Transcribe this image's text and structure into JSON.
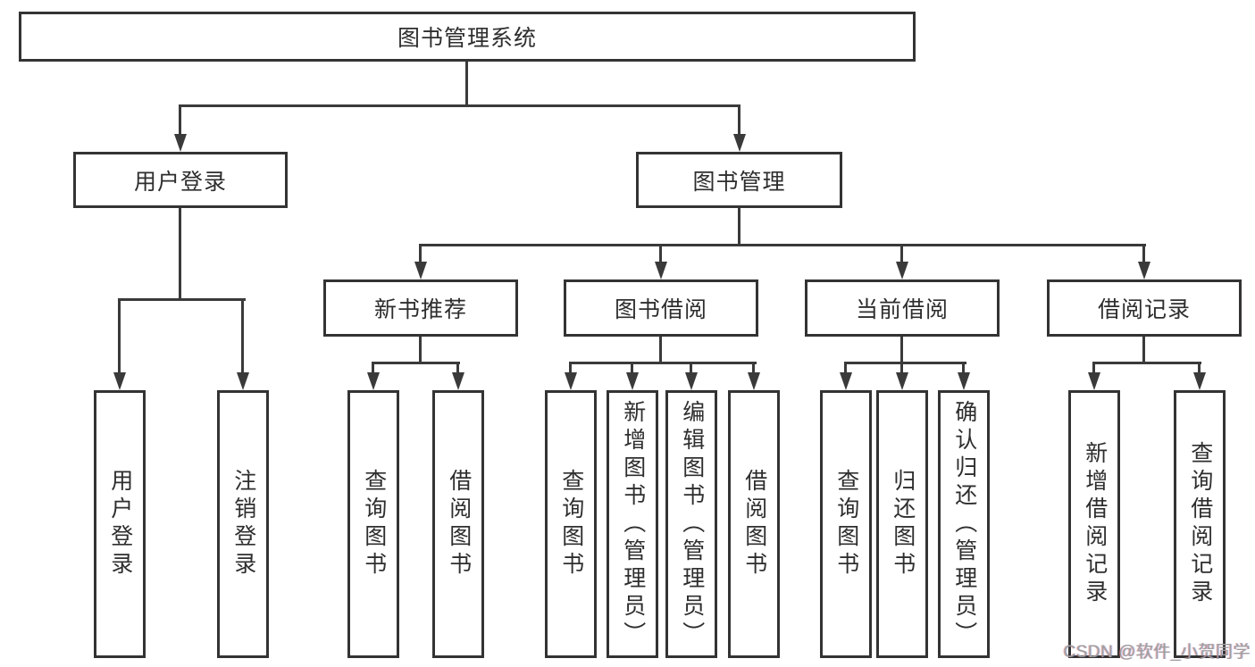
{
  "root": {
    "label": "图书管理系统"
  },
  "level2": {
    "user_login": "用户登录",
    "book_mgmt": "图书管理"
  },
  "level3": {
    "new_books": "新书推荐",
    "borrowing": "图书借阅",
    "current": "当前借阅",
    "records": "借阅记录"
  },
  "leaves": {
    "login": [
      "用户登录",
      "注销登录"
    ],
    "new_books": [
      "查询图书",
      "借阅图书"
    ],
    "borrowing": [
      "查询图书",
      "新增图书（管理员）",
      "编辑图书（管理员）",
      "借阅图书"
    ],
    "current": [
      "查询图书",
      "归还图书",
      "确认归还（管理员）"
    ],
    "records": [
      "新增借阅记录",
      "查询借阅记录"
    ]
  },
  "watermark": "CSDN @软件_小贺同学",
  "colors": {
    "line": "#3a3a3a",
    "border": "#333333",
    "text": "#2e2e2e",
    "watermark": "#9e9e9e",
    "background": "#ffffff"
  }
}
